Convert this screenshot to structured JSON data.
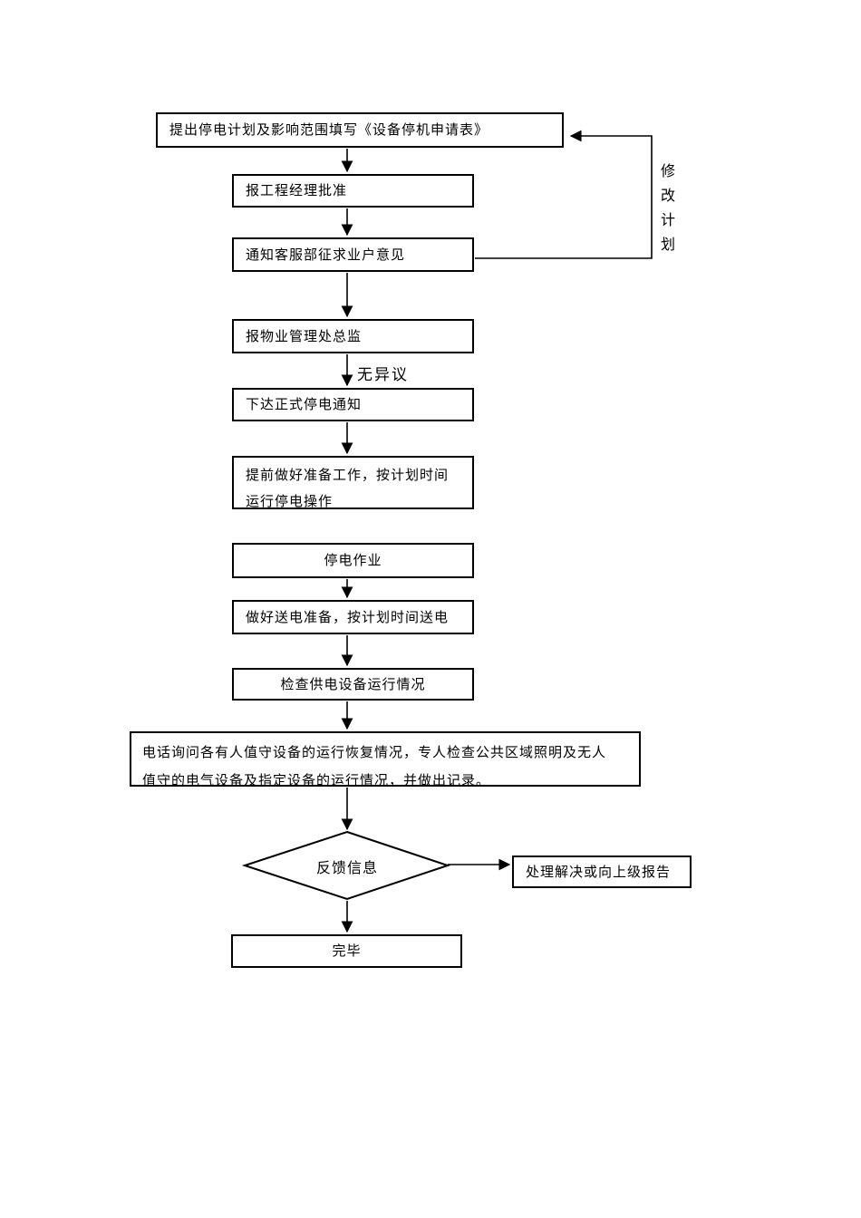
{
  "colors": {
    "background": "#ffffff",
    "line": "#000000",
    "text": "#000000",
    "node_fill": "#ffffff"
  },
  "flowchart": {
    "nodes": {
      "propose": {
        "text": "提出停电计划及影响范围填写《设备停机申请表》"
      },
      "manager": {
        "text": "报工程经理批准"
      },
      "notify": {
        "text": "通知客服部征求业户意见"
      },
      "director": {
        "text": "报物业管理处总监"
      },
      "formal": {
        "text": "下达正式停电通知"
      },
      "prepare": {
        "line1": "提前做好准备工作，按计划时间",
        "line2": "运行停电操作"
      },
      "outage": {
        "text": "停电作业"
      },
      "restore": {
        "text": "做好送电准备，按计划时间送电"
      },
      "check": {
        "text": "检查供电设备运行情况"
      },
      "phone": {
        "line1": "电话询问各有人值守设备的运行恢复情况，专人检查公共区域照明及无人",
        "line2": "值守的电气设备及指定设备的运行情况，并做出记录。"
      },
      "feedback": {
        "text": "反馈信息",
        "shape": "diamond"
      },
      "report": {
        "text": "处理解决或向上级报告"
      },
      "done": {
        "text": "完毕"
      }
    },
    "labels": {
      "modify_plan": {
        "text": "修改计划"
      },
      "no_objection": {
        "text": "无异议"
      }
    }
  }
}
